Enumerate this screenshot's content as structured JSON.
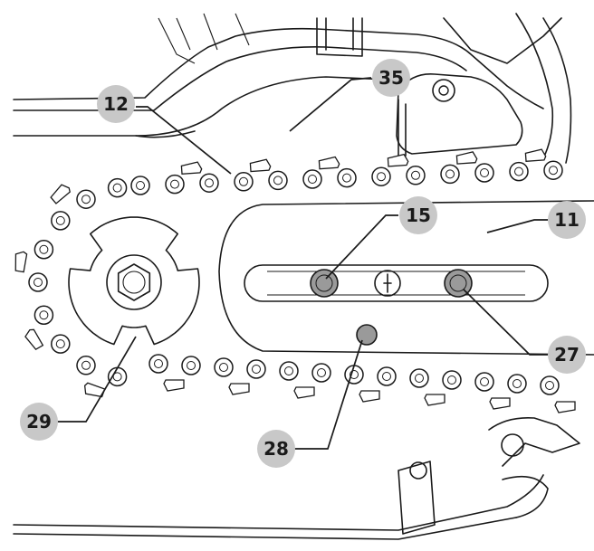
{
  "diagram": {
    "callouts": [
      {
        "id": "12",
        "label": "12"
      },
      {
        "id": "35",
        "label": "35"
      },
      {
        "id": "15",
        "label": "15"
      },
      {
        "id": "11",
        "label": "11"
      },
      {
        "id": "27",
        "label": "27"
      },
      {
        "id": "29",
        "label": "29"
      },
      {
        "id": "28",
        "label": "28"
      }
    ],
    "colors": {
      "badge_fill": "#c8c8c8",
      "sprocket_fill": "#c8c8c8",
      "bolt_fill": "#9a9a9a",
      "line": "#1a1a1a"
    }
  }
}
